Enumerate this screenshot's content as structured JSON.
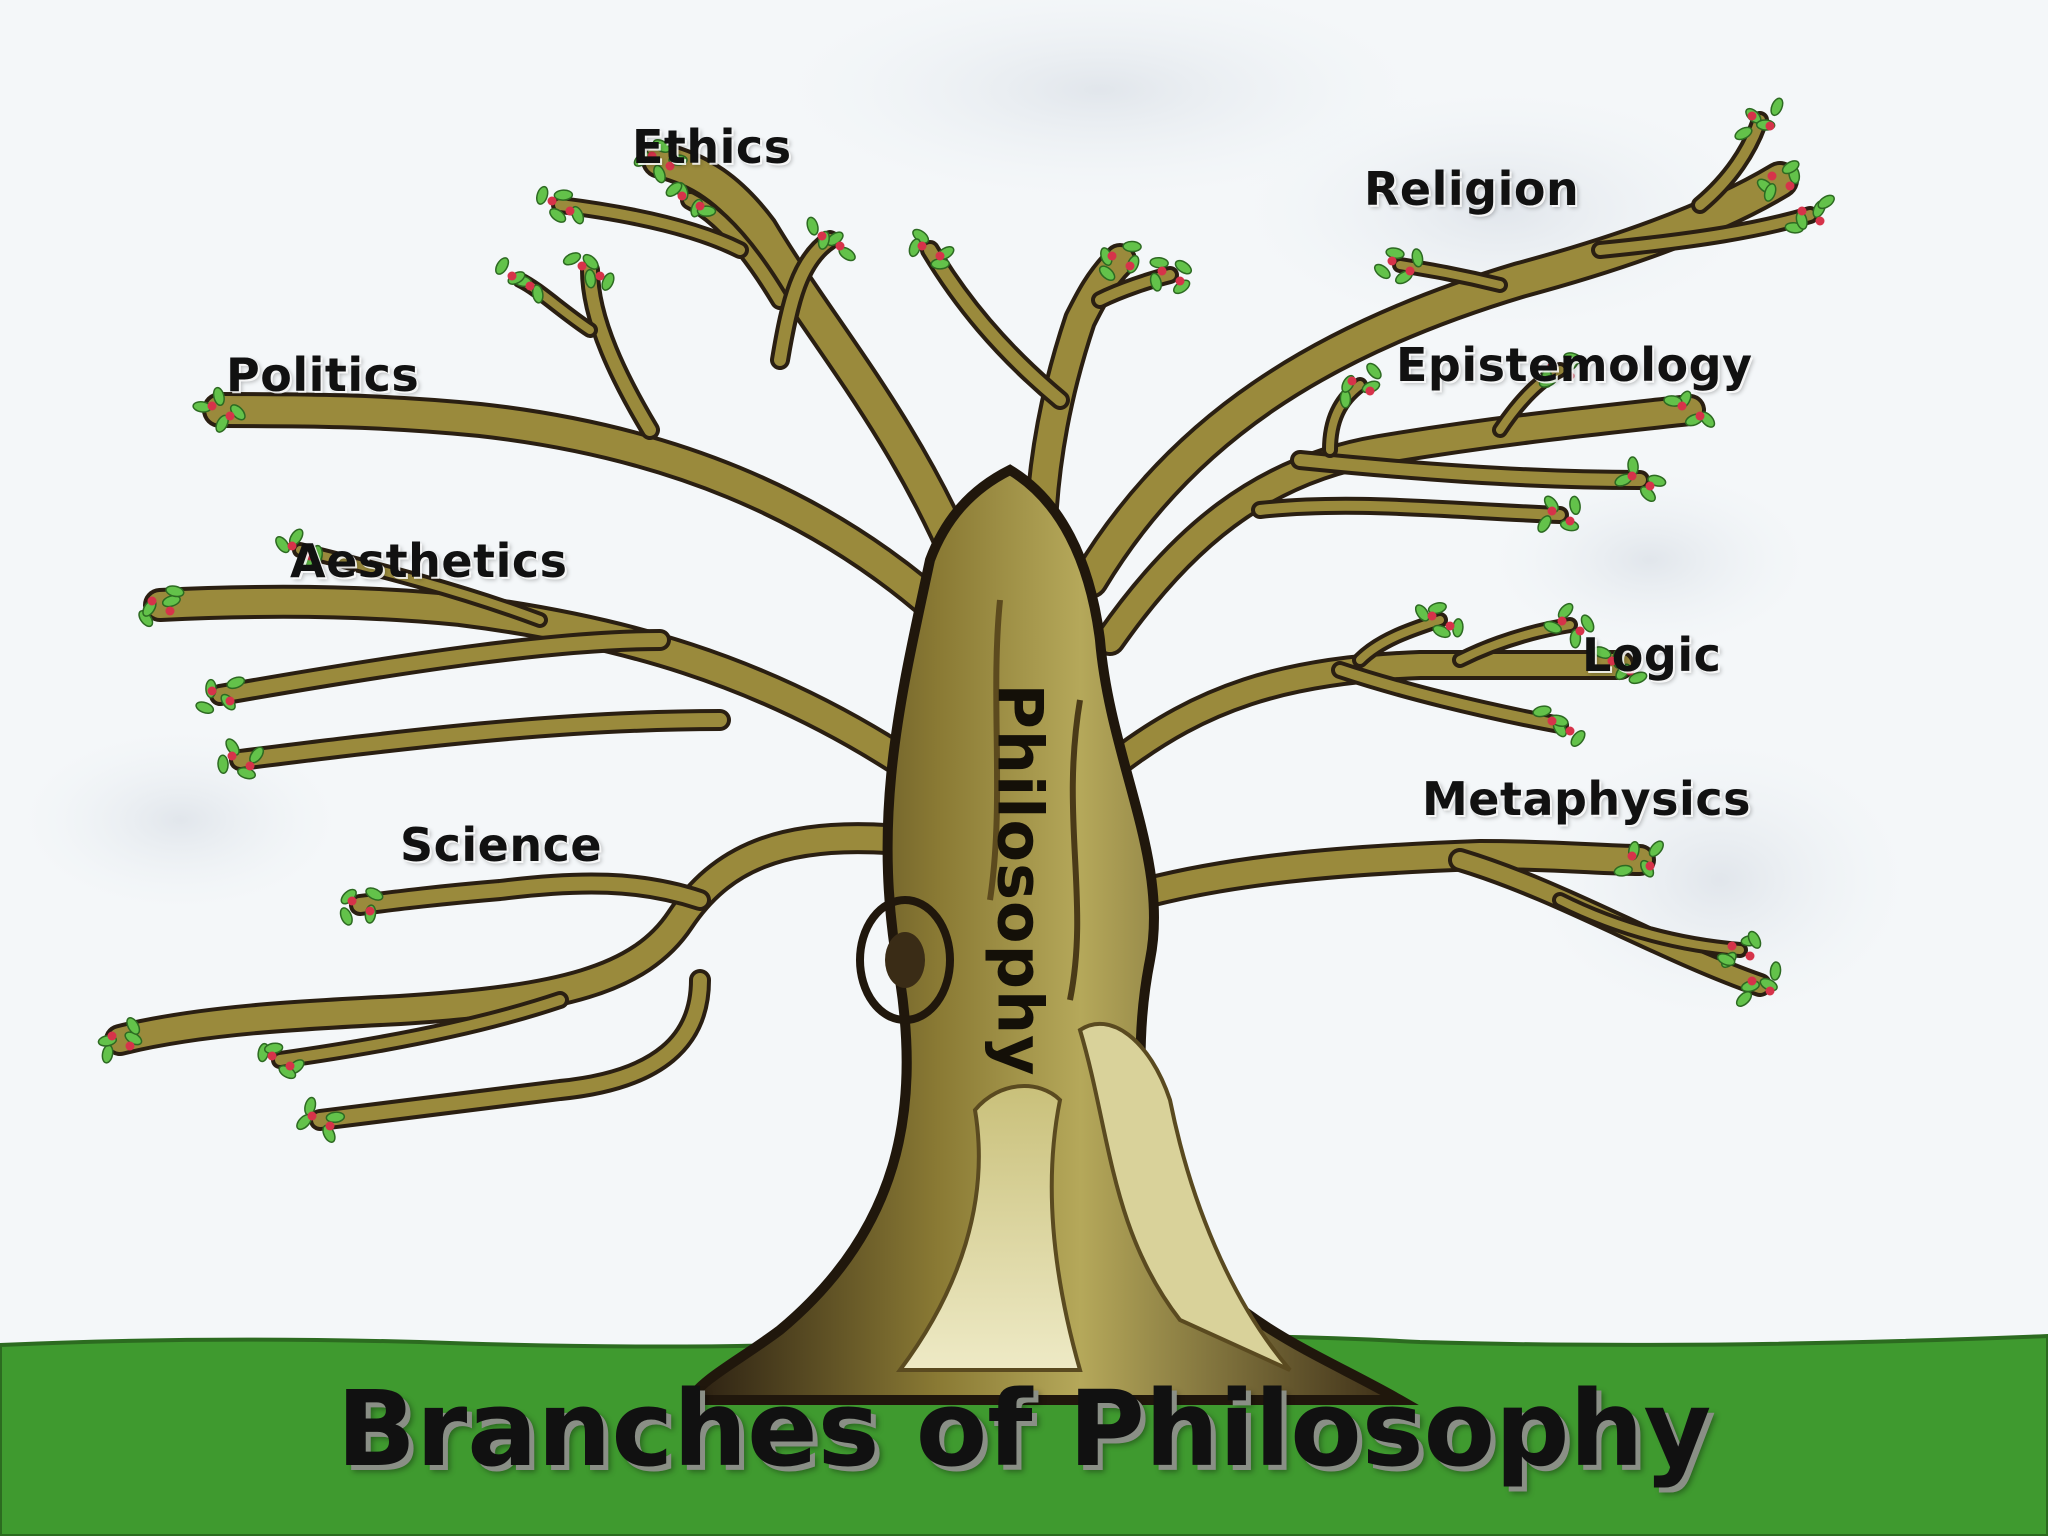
{
  "title": "Branches of Philosophy",
  "trunk_label": "Philosophy",
  "branches": [
    {
      "label": "Ethics"
    },
    {
      "label": "Religion"
    },
    {
      "label": "Politics"
    },
    {
      "label": "Epistemology"
    },
    {
      "label": "Aesthetics"
    },
    {
      "label": "Logic"
    },
    {
      "label": "Metaphysics"
    },
    {
      "label": "Science"
    }
  ],
  "colors": {
    "sky": "#f4f7f9",
    "ground": "#3f9a2f",
    "ground_edge": "#2c6b20",
    "bark_light": "#9a8a3c",
    "bark_dark": "#2a1f12",
    "trunk_highlight": "#e7e2b0",
    "leaf": "#63c24a",
    "blossom": "#d6334a",
    "text": "#111111"
  },
  "icons": [
    "tree-illustration",
    "leaf-icon",
    "blossom-icon"
  ]
}
